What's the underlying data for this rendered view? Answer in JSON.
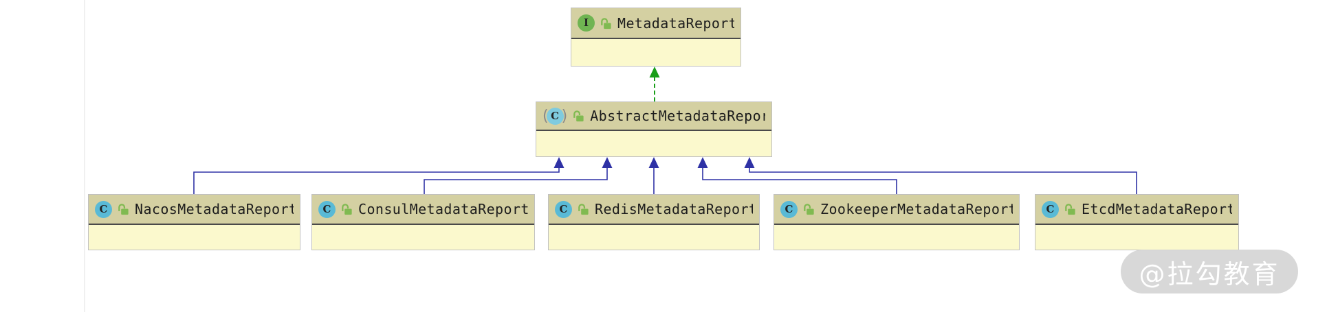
{
  "diagram": {
    "nodes": [
      {
        "name": "MetadataReport",
        "stereotype": "interface",
        "icon": "interface-icon",
        "icon_letter": "I",
        "visibility": "public"
      },
      {
        "name": "AbstractMetadataReport",
        "stereotype": "abstract-class",
        "icon": "abstract-class-icon",
        "icon_letter": "C",
        "abstract_marker_left": "(",
        "abstract_marker_right": ")",
        "visibility": "public"
      },
      {
        "name": "NacosMetadataReport",
        "stereotype": "class",
        "icon": "class-icon",
        "icon_letter": "C",
        "visibility": "public"
      },
      {
        "name": "ConsulMetadataReport",
        "stereotype": "class",
        "icon": "class-icon",
        "icon_letter": "C",
        "visibility": "public"
      },
      {
        "name": "RedisMetadataReport",
        "stereotype": "class",
        "icon": "class-icon",
        "icon_letter": "C",
        "visibility": "public"
      },
      {
        "name": "ZookeeperMetadataReport",
        "stereotype": "class",
        "icon": "class-icon",
        "icon_letter": "C",
        "visibility": "public"
      },
      {
        "name": "EtcdMetadataReport",
        "stereotype": "class",
        "icon": "class-icon",
        "icon_letter": "C",
        "visibility": "public"
      }
    ],
    "edges": [
      {
        "from": "AbstractMetadataReport",
        "to": "MetadataReport",
        "type": "realization",
        "style": "dashed-green-solid-triangle"
      },
      {
        "from": "NacosMetadataReport",
        "to": "AbstractMetadataReport",
        "type": "generalization",
        "style": "solid-blue-solid-triangle"
      },
      {
        "from": "ConsulMetadataReport",
        "to": "AbstractMetadataReport",
        "type": "generalization",
        "style": "solid-blue-solid-triangle"
      },
      {
        "from": "RedisMetadataReport",
        "to": "AbstractMetadataReport",
        "type": "generalization",
        "style": "solid-blue-solid-triangle"
      },
      {
        "from": "ZookeeperMetadataReport",
        "to": "AbstractMetadataReport",
        "type": "generalization",
        "style": "solid-blue-solid-triangle"
      },
      {
        "from": "EtcdMetadataReport",
        "to": "AbstractMetadataReport",
        "type": "generalization",
        "style": "solid-blue-solid-triangle"
      }
    ],
    "colors": {
      "canvas-bg": "#ffffff",
      "divider": "#f0f0f0",
      "node-header": "#d4d0a2",
      "node-body": "#fbf9cd",
      "node-border": "#c0c0c0",
      "node-separator": "#4a4a4a",
      "node-text": "#1d1d1d",
      "edge-generalization": "#2e31a5",
      "edge-realization": "#189e18",
      "interface-icon-bg": "#6fb452",
      "class-icon-bg": "#59bad6",
      "abstract-class-icon-bg": "#7fcbdf",
      "icon-letter": "#222222",
      "paren": "#8a8a8a",
      "lock-icon": "#80ba51",
      "watermark-bg": "#d5d5d5",
      "watermark-text": "#ffffff"
    },
    "watermark": {
      "text": "@拉勾教育"
    }
  }
}
